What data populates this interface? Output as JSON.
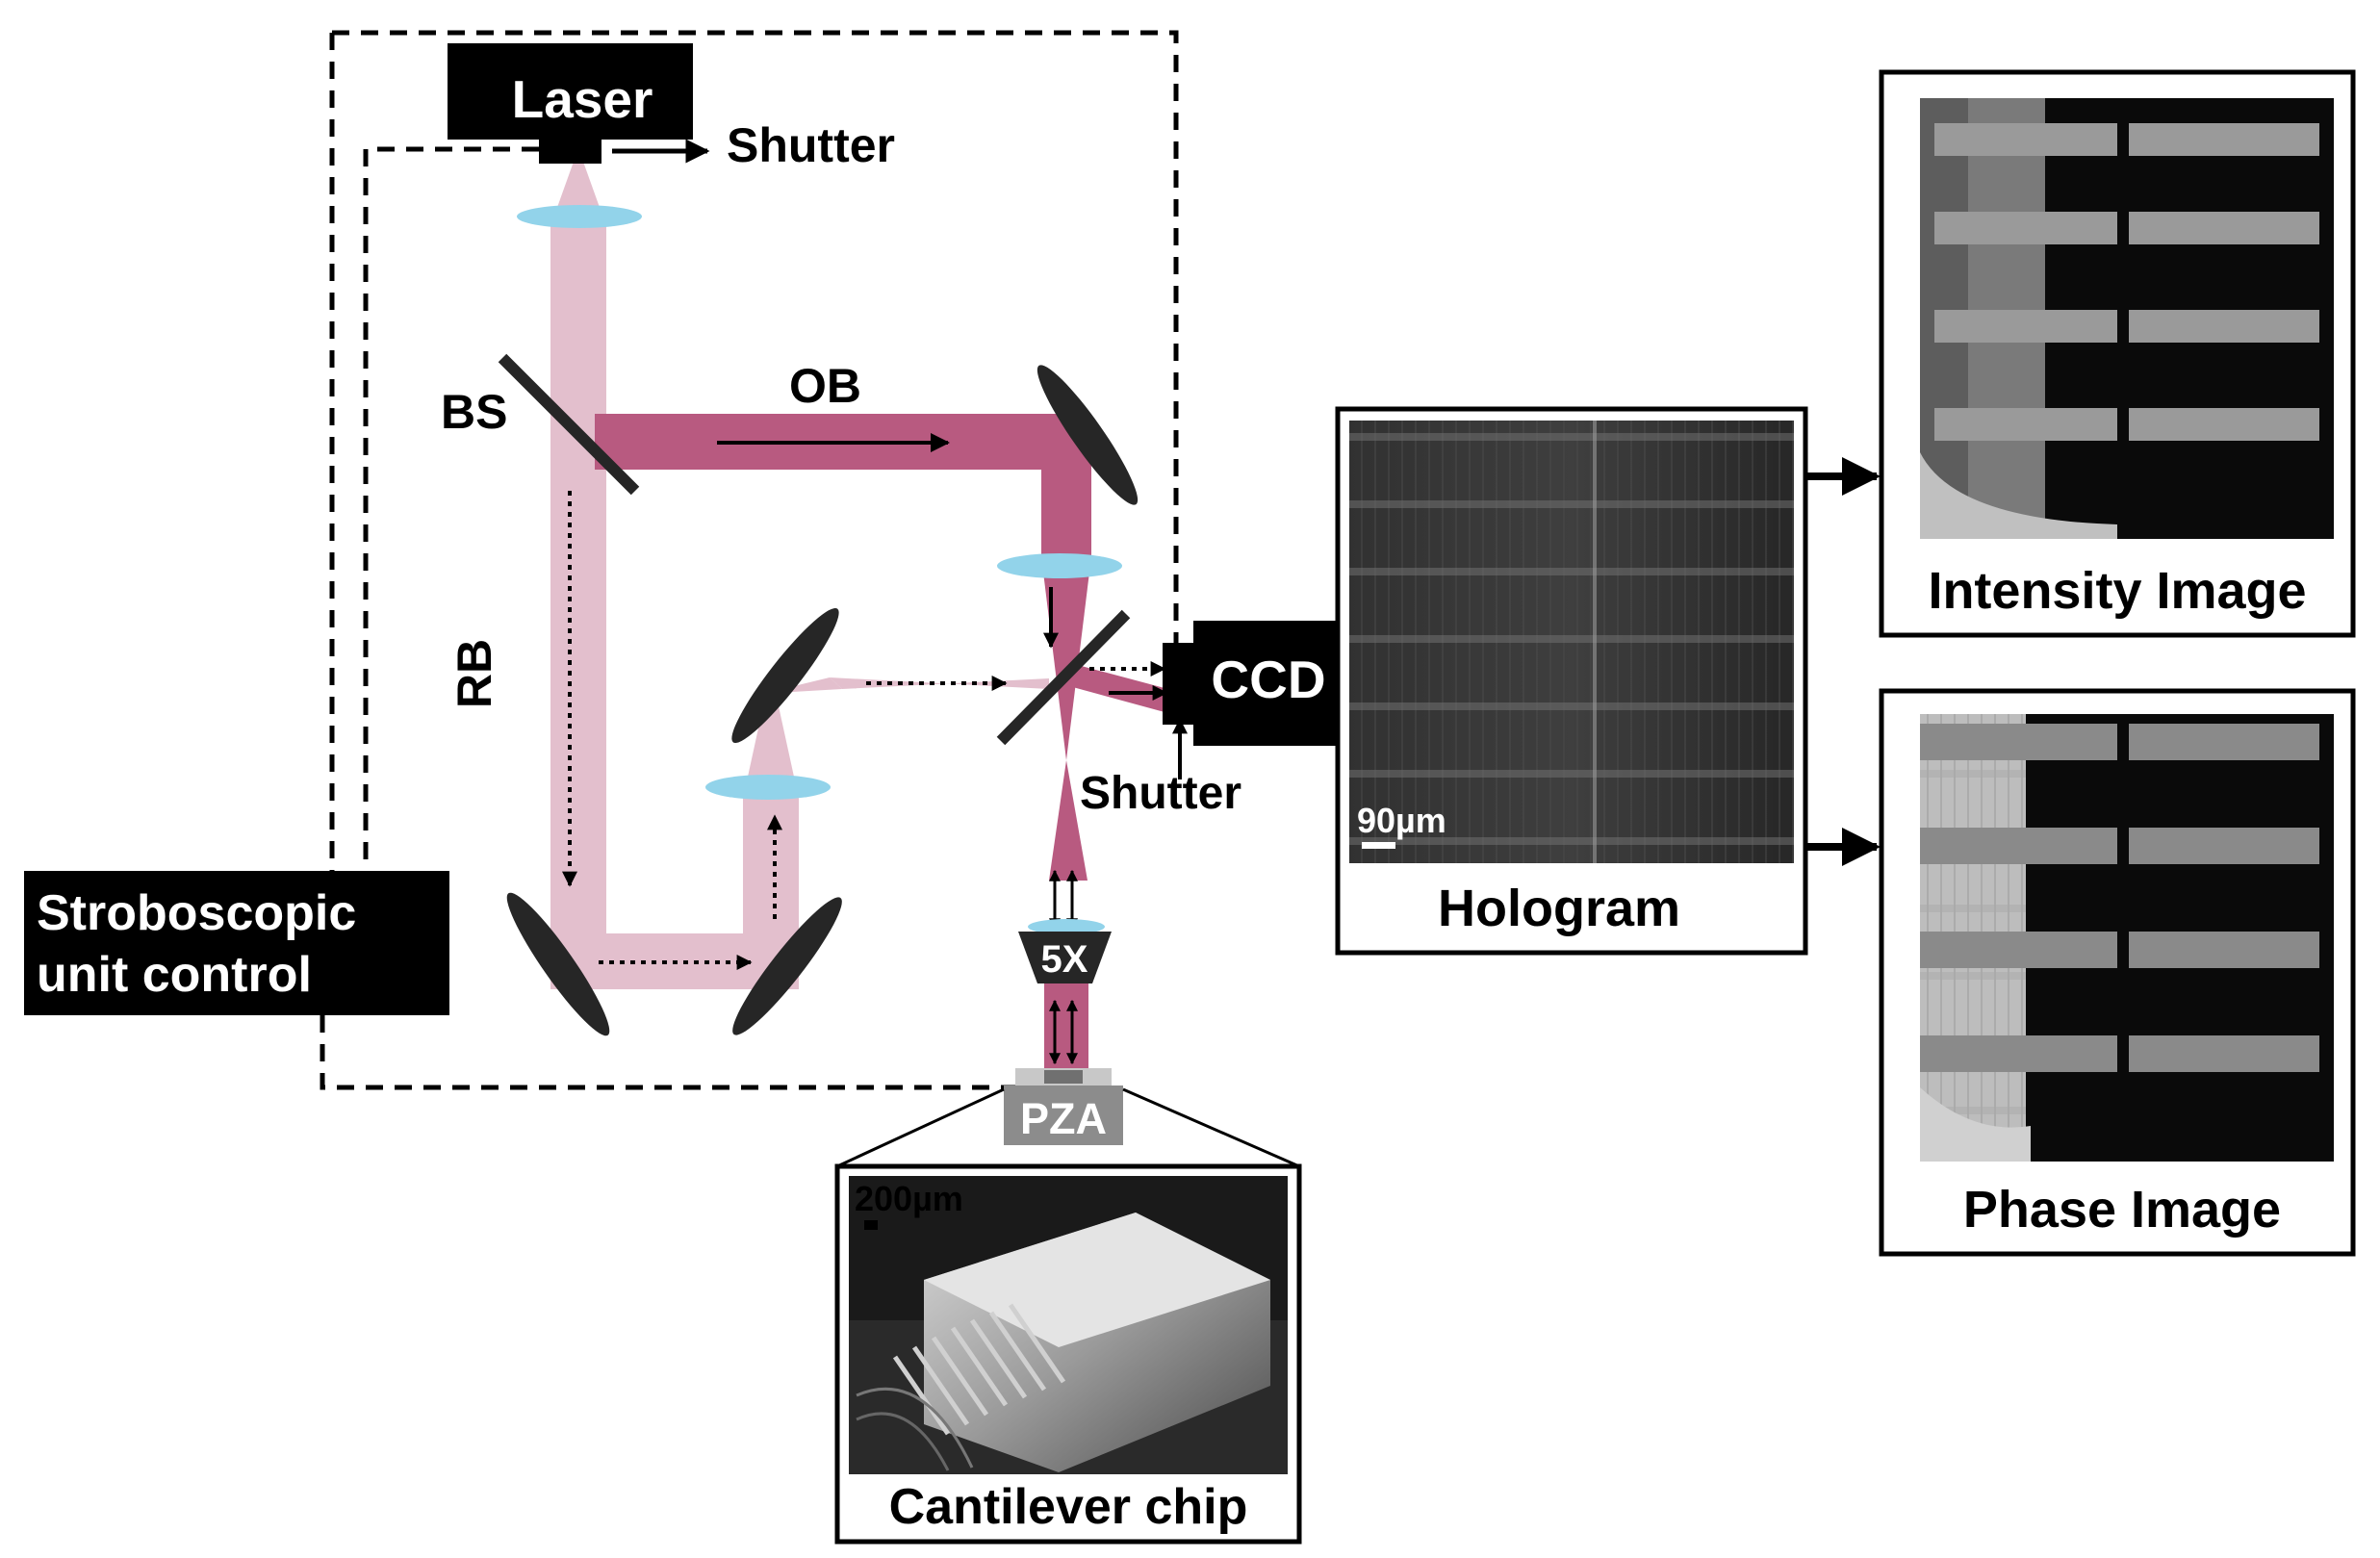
{
  "labels": {
    "laser": "Laser",
    "shutter_top": "Shutter",
    "bs": "BS",
    "ob": "OB",
    "rb": "RB",
    "ccd": "CCD",
    "shutter_ccd": "Shutter",
    "objective": "5X",
    "pza": "PZA",
    "strobo_line1": "Stroboscopic",
    "strobo_line2": "unit control",
    "hologram": "Hologram",
    "hologram_scale": "90µm",
    "intensity": "Intensity Image",
    "phase": "Phase Image",
    "chip": "Cantilever chip",
    "chip_scale": "200µm"
  },
  "colors": {
    "object_beam": "#b85a80",
    "reference_beam": "#e3bfcd",
    "lens": "#92d3ea",
    "component": "#262626",
    "panel_border": "#000000"
  }
}
